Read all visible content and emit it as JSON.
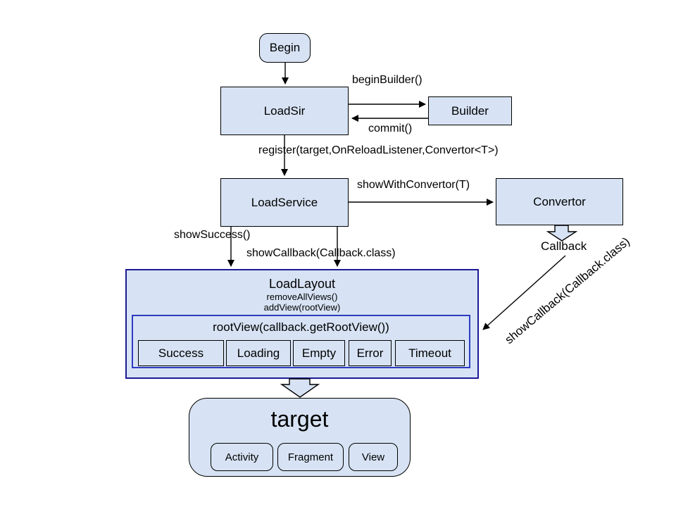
{
  "colors": {
    "background": "#ffffff",
    "text": "#000000",
    "box_fill": "#d7e3f4",
    "box_border": "#000000",
    "layout_border": "#1c1a96",
    "rootview_border": "#2e3cc2"
  },
  "nodes": {
    "begin": "Begin",
    "loadsir": "LoadSir",
    "builder": "Builder",
    "loadservice": "LoadService",
    "convertor": "Convertor",
    "callback": "Callback",
    "loadlayout_title": "LoadLayout",
    "loadlayout_method1": "removeAllViews()",
    "loadlayout_method2": "addView(rootView)",
    "rootview_title": "rootView(callback.getRootView())",
    "callback_states": [
      "Success",
      "Loading",
      "Empty",
      "Error",
      "Timeout"
    ],
    "target_title": "target",
    "target_children": [
      "Activity",
      "Fragment",
      "View"
    ]
  },
  "edge_labels": {
    "begin_builder": "beginBuilder()",
    "commit": "commit()",
    "register": "register(target,OnReloadListener,Convertor<T>)",
    "show_with_convertor": "showWithConvertor(T)",
    "show_success": "showSuccess()",
    "show_callback": "showCallback(Callback.class)",
    "show_callback_diagonal": "showCallback(Callback.class)"
  }
}
